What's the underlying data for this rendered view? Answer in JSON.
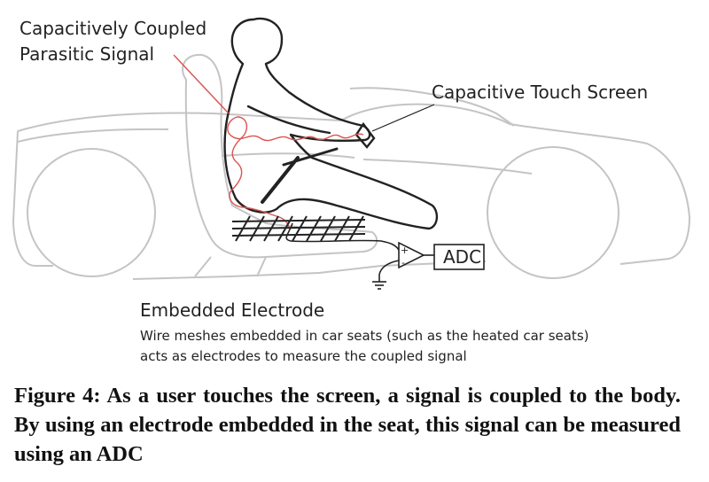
{
  "labels": {
    "parasitic_line1": "Capacitively Coupled",
    "parasitic_line2": "Parasitic Signal",
    "touch_screen": "Capacitive Touch Screen",
    "adc": "ADC",
    "amp_plus": "+",
    "amp_minus": "-",
    "electrode_title": "Embedded Electrode",
    "electrode_desc_line1": "Wire meshes embedded in car seats (such as the heated car seats)",
    "electrode_desc_line2": "acts as electrodes to measure the coupled signal"
  },
  "caption": "Figure 4: As a user touches the screen, a signal is coupled to the body. By using an electrode embedded in the seat, this signal can be measured using an ADC",
  "colors": {
    "car_outline": "#c4c4c4",
    "person": "#222222",
    "signal": "#d9534f",
    "text": "#222222"
  }
}
